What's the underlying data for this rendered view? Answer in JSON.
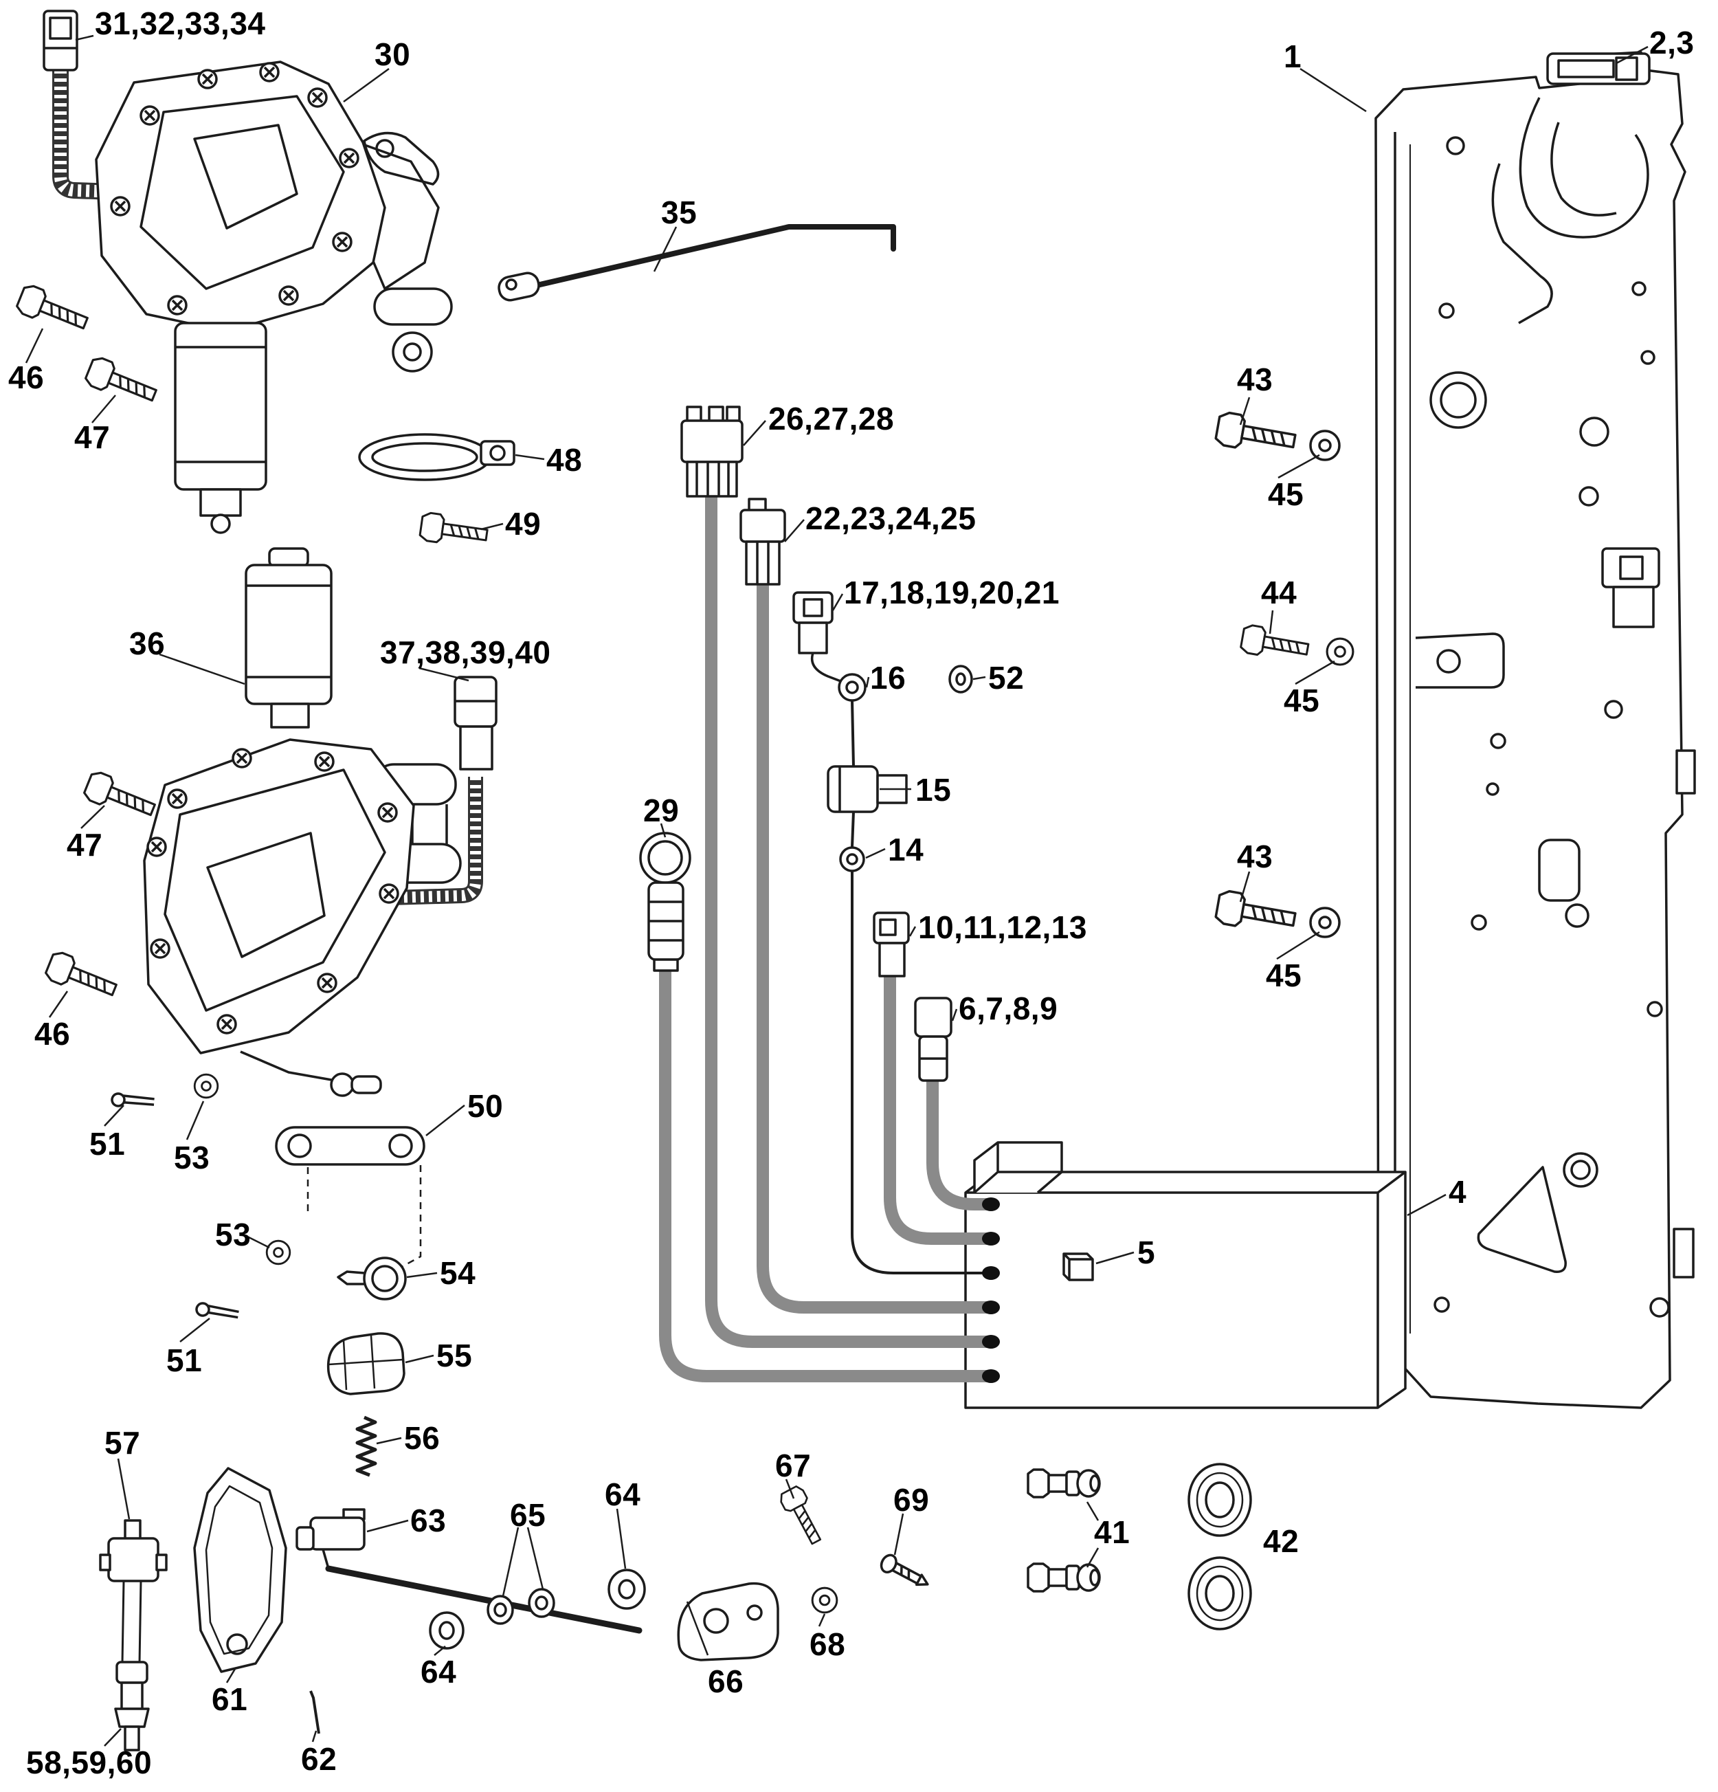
{
  "diagram": {
    "background": "#ffffff",
    "line_color": "#1c1c1c",
    "wire_color": "#8a8a8a"
  },
  "callouts": {
    "c31_34": {
      "label": "31,32,33,34"
    },
    "c30": {
      "label": "30"
    },
    "c35": {
      "label": "35"
    },
    "c1": {
      "label": "1"
    },
    "c2_3": {
      "label": "2,3"
    },
    "c46a": {
      "label": "46"
    },
    "c47a": {
      "label": "47"
    },
    "c48": {
      "label": "48"
    },
    "c49": {
      "label": "49"
    },
    "c26_28": {
      "label": "26,27,28"
    },
    "c22_25": {
      "label": "22,23,24,25"
    },
    "c17_21": {
      "label": "17,18,19,20,21"
    },
    "c16": {
      "label": "16"
    },
    "c52": {
      "label": "52"
    },
    "c43a": {
      "label": "43"
    },
    "c45a": {
      "label": "45"
    },
    "c44": {
      "label": "44"
    },
    "c45b": {
      "label": "45"
    },
    "c36": {
      "label": "36"
    },
    "c37_40": {
      "label": "37,38,39,40"
    },
    "c15": {
      "label": "15"
    },
    "c29": {
      "label": "29"
    },
    "c14": {
      "label": "14"
    },
    "c10_13": {
      "label": "10,11,12,13"
    },
    "c43b": {
      "label": "43"
    },
    "c45c": {
      "label": "45"
    },
    "c6_9": {
      "label": "6,7,8,9"
    },
    "c47b": {
      "label": "47"
    },
    "c46b": {
      "label": "46"
    },
    "c50": {
      "label": "50"
    },
    "c51a": {
      "label": "51"
    },
    "c53a": {
      "label": "53"
    },
    "c4": {
      "label": "4"
    },
    "c5": {
      "label": "5"
    },
    "c53b": {
      "label": "53"
    },
    "c54": {
      "label": "54"
    },
    "c51b": {
      "label": "51"
    },
    "c55": {
      "label": "55"
    },
    "c56": {
      "label": "56"
    },
    "c57": {
      "label": "57"
    },
    "c67": {
      "label": "67"
    },
    "c69": {
      "label": "69"
    },
    "c41": {
      "label": "41"
    },
    "c42": {
      "label": "42"
    },
    "c63": {
      "label": "63"
    },
    "c65": {
      "label": "65"
    },
    "c64a": {
      "label": "64"
    },
    "c66": {
      "label": "66"
    },
    "c68": {
      "label": "68"
    },
    "c61": {
      "label": "61"
    },
    "c64b": {
      "label": "64"
    },
    "c62": {
      "label": "62"
    },
    "c58_60": {
      "label": "58,59,60"
    }
  }
}
